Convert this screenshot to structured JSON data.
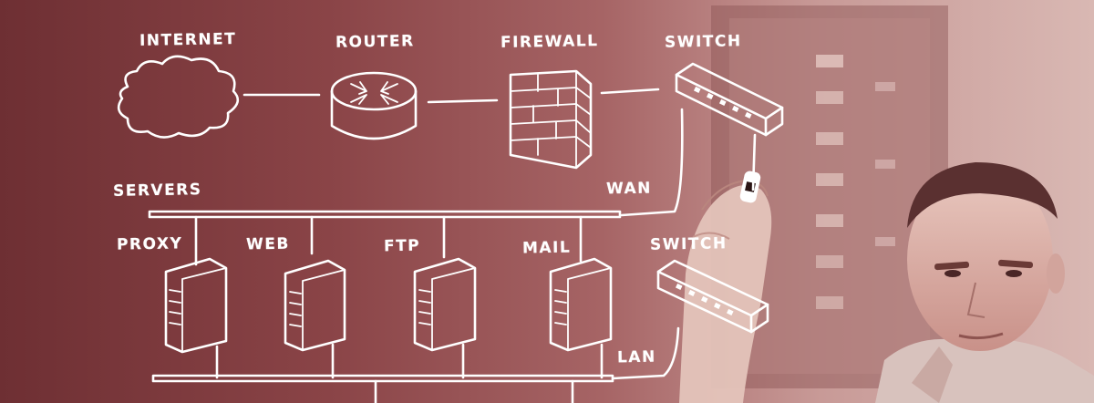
{
  "labels": {
    "internet": "INTERNET",
    "router": "ROUTER",
    "firewall": "FIREWALL",
    "switch_top": "SWITCH",
    "servers": "SERVERS",
    "wan": "WAN",
    "proxy": "PROXY",
    "web": "WEB",
    "ftp": "FTP",
    "mail": "MAIL",
    "switch_bottom": "SWITCH",
    "lan": "LAN"
  },
  "colors": {
    "ink": "#ffffff",
    "tint_dark": "#6e2f33",
    "tint_light": "#d9b8b3"
  },
  "icons": [
    "cloud-icon",
    "router-icon",
    "firewall-icon",
    "switch-icon",
    "server-icon",
    "marker-icon"
  ]
}
